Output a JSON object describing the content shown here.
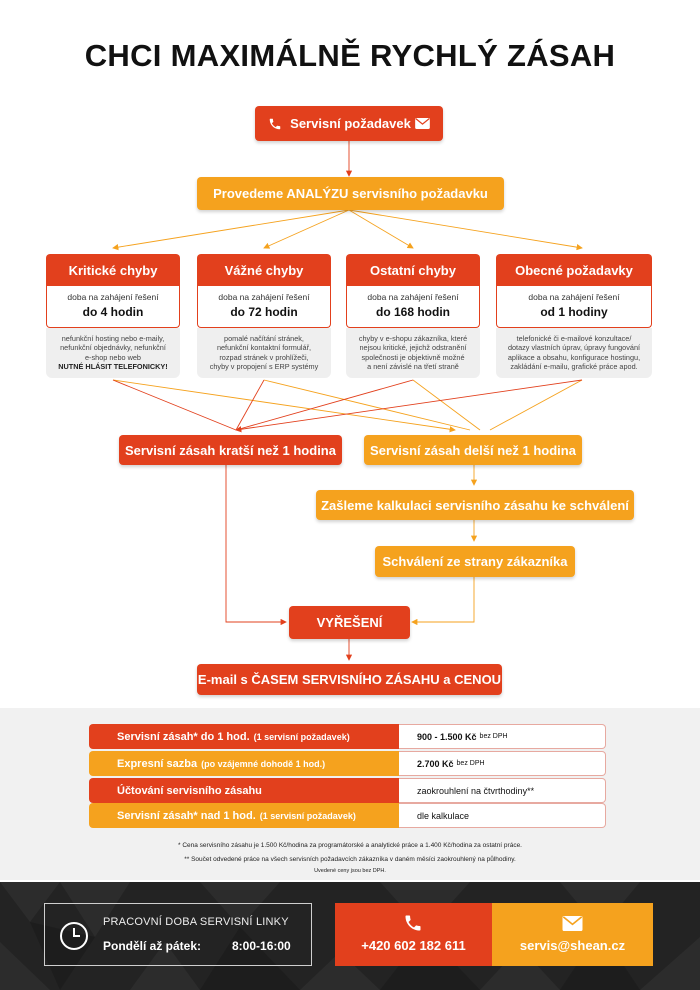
{
  "title": "CHCI MAXIMÁLNĚ RYCHLÝ ZÁSAH",
  "colors": {
    "red": "#e2401d",
    "orange": "#f5a21e",
    "dark": "#232323"
  },
  "flow": {
    "request": "Servisní požadavek",
    "analysis": "Provedeme ANALÝZU servisního požadavku",
    "short": "Servisní zásah kratší než 1 hodina",
    "long": "Servisní zásah delší než 1 hodina",
    "calc": "Zašleme kalkulaci servisního zásahu ke schválení",
    "approval": "Schválení ze strany zákazníka",
    "resolution": "VYŘEŠENÍ",
    "email": "E-mail s ČASEM SERVISNÍHO ZÁSAHU a CENOU"
  },
  "categories": [
    {
      "title": "Kritické chyby",
      "label": "doba na zahájení řešení",
      "time": "do 4 hodin",
      "desc": [
        "nefunkční hosting nebo e-maily,",
        "nefunkční objednávky, nefunkční",
        "e-shop nebo web"
      ],
      "desc_bold": "NUTNÉ HLÁSIT TELEFONICKY!"
    },
    {
      "title": "Vážné chyby",
      "label": "doba na zahájení řešení",
      "time": "do 72 hodin",
      "desc": [
        "pomalé načítání stránek,",
        "nefunkční kontaktní formulář,",
        "rozpad stránek v prohlížeči,",
        "chyby v propojení s ERP systémy"
      ],
      "desc_bold": ""
    },
    {
      "title": "Ostatní chyby",
      "label": "doba na zahájení řešení",
      "time": "do 168 hodin",
      "desc": [
        "chyby v e-shopu zákazníka, které",
        "nejsou kritické, jejichž odstranění",
        "společnosti je objektivně možné",
        "a není závislé na třetí straně"
      ],
      "desc_bold": ""
    },
    {
      "title": "Obecné požadavky",
      "label": "doba na zahájení řešení",
      "time": "od 1 hodiny",
      "desc": [
        "telefonické či e-mailové konzultace/",
        "dotazy vlastních úprav, úpravy fungování",
        "aplikace a obsahu, konfigurace hostingu,",
        "zakládání e-mailu, grafické práce apod."
      ],
      "desc_bold": ""
    }
  ],
  "pricing": [
    {
      "label": "Servisní zásah* do 1 hod.",
      "label_small": "(1 servisní požadavek)",
      "value": "900 - 1.500 Kč",
      "value_small": "bez DPH",
      "color": "#e2401d"
    },
    {
      "label": "Expresní sazba",
      "label_small": "(po vzájemné dohodě 1 hod.)",
      "value": "2.700 Kč",
      "value_small": "bez DPH",
      "color": "#f5a21e"
    },
    {
      "label": "Účtování servisního zásahu",
      "label_small": "",
      "value": "zaokrouhlení na čtvrthodiny**",
      "value_small": "",
      "color": "#e2401d"
    },
    {
      "label": "Servisní zásah* nad 1 hod.",
      "label_small": "(1 servisní požadavek)",
      "value": "dle kalkulace",
      "value_small": "",
      "color": "#f5a21e"
    }
  ],
  "notes": [
    "* Cena servisního zásahu je 1.500 Kč/hodina za programátorské a analytické práce a 1.400 Kč/hodina za ostatní práce.",
    "** Součet odvedené práce na všech servisních požadavcích zákazníka v daném měsíci zaokrouhlený na půlhodiny.",
    "Uvedené ceny jsou bez DPH."
  ],
  "footer": {
    "hours_title": "PRACOVNÍ DOBA SERVISNÍ LINKY",
    "hours_days": "Pondělí až pátek:",
    "hours_time": "8:00-16:00",
    "phone": "+420 602 182 611",
    "email": "servis@shean.cz",
    "icons": {
      "clock": "clock-icon",
      "phone": "phone-icon",
      "mail": "mail-icon"
    }
  }
}
